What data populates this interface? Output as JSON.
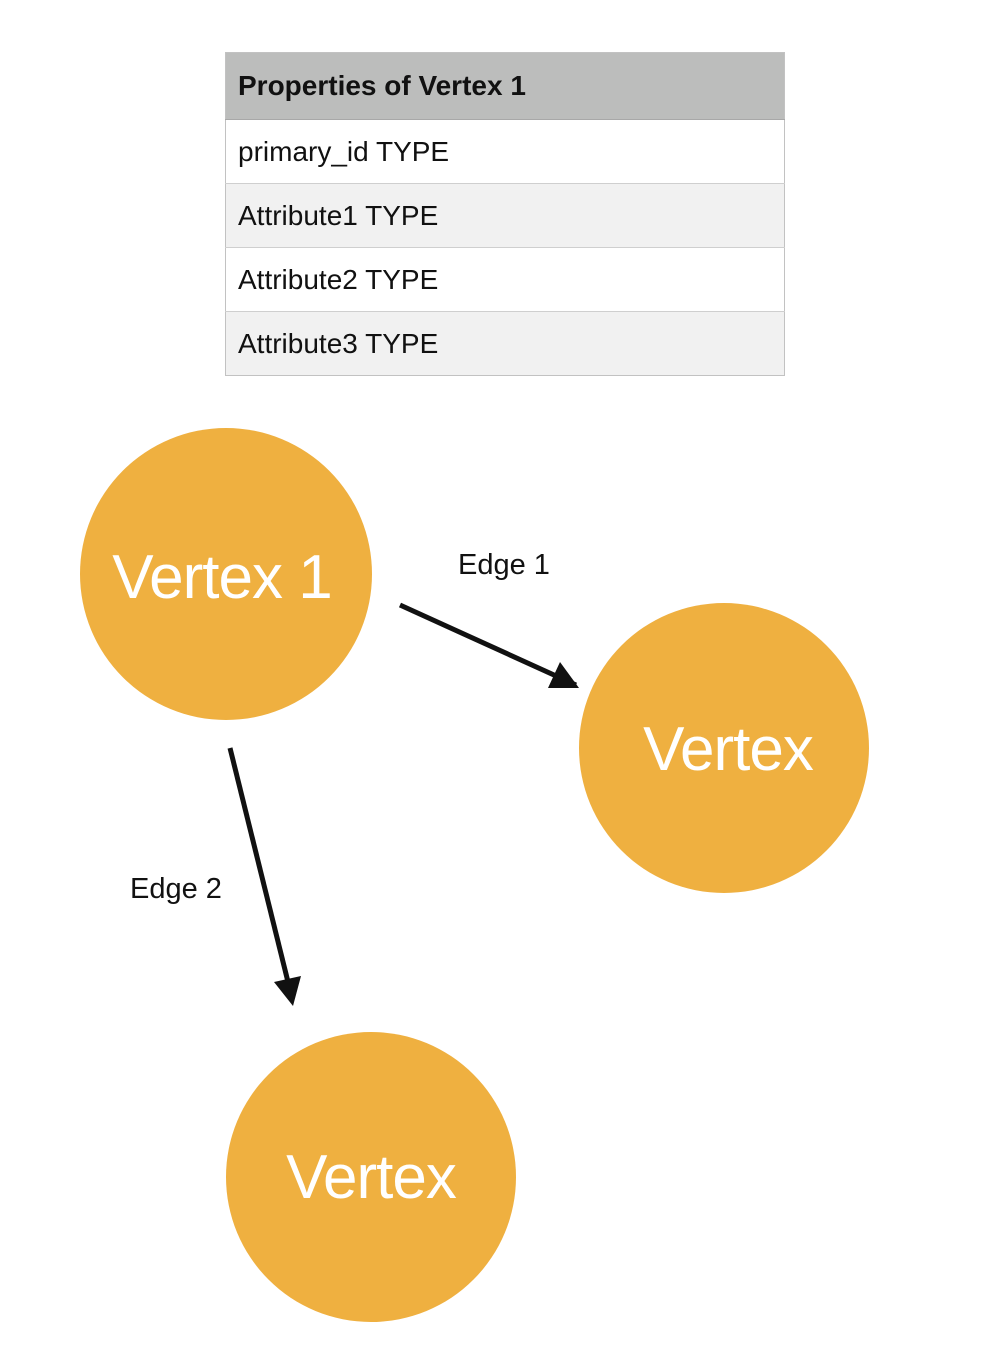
{
  "table": {
    "header": "Properties of Vertex 1",
    "rows": [
      "primary_id TYPE",
      "Attribute1 TYPE",
      "Attribute2 TYPE",
      "Attribute3 TYPE"
    ],
    "header_bg": "#bcbdbc",
    "row_bgs": [
      "#ffffff",
      "#f1f1f1",
      "#ffffff",
      "#f1f1f1"
    ]
  },
  "graph": {
    "node_color": "#efb040",
    "node_text_color": "#ffffff",
    "edge_color": "#111111",
    "nodes": [
      {
        "id": "v1",
        "label": "Vertex 1"
      },
      {
        "id": "v2",
        "label": "Vertex"
      },
      {
        "id": "v3",
        "label": "Vertex"
      }
    ],
    "edges": [
      {
        "from": "v1",
        "to": "v2",
        "label": "Edge 1"
      },
      {
        "from": "v1",
        "to": "v3",
        "label": "Edge 2"
      }
    ]
  }
}
